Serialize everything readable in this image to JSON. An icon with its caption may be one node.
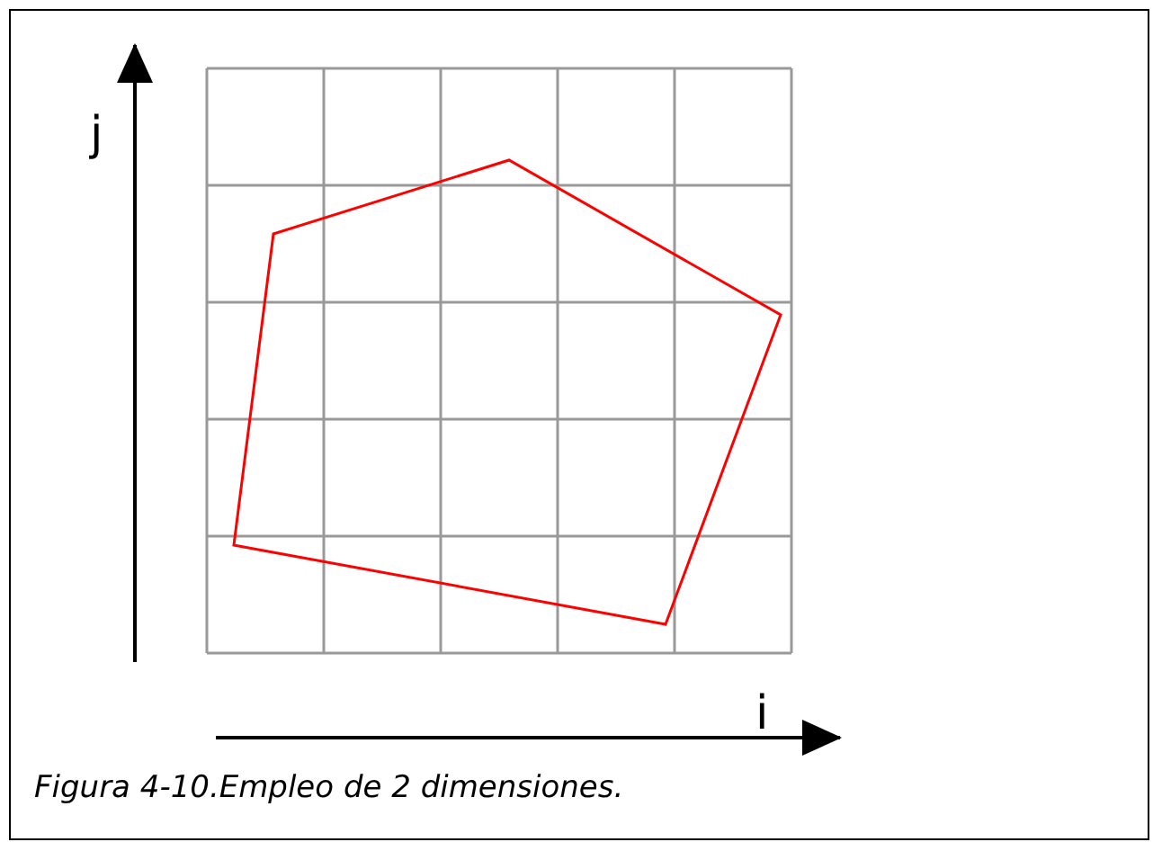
{
  "diagram": {
    "caption": "Figura 4-10.Empleo de 2 dimensiones.",
    "labels": [
      "j",
      "i"
    ]
  }
}
